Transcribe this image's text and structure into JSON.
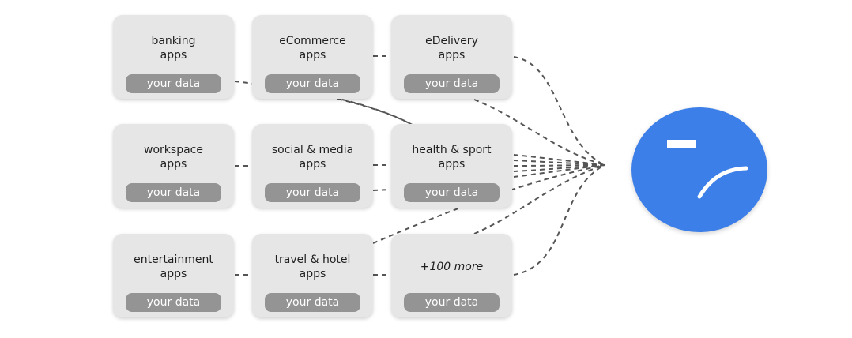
{
  "cards": [
    {
      "title_lines": [
        "banking",
        "apps"
      ],
      "pill": "your data",
      "italic": false
    },
    {
      "title_lines": [
        "eCommerce",
        "apps"
      ],
      "pill": "your data",
      "italic": false
    },
    {
      "title_lines": [
        "eDelivery",
        "apps"
      ],
      "pill": "your data",
      "italic": false
    },
    {
      "title_lines": [
        "workspace",
        "apps"
      ],
      "pill": "your data",
      "italic": false
    },
    {
      "title_lines": [
        "social & media",
        "apps"
      ],
      "pill": "your data",
      "italic": false
    },
    {
      "title_lines": [
        "health & sport",
        "apps"
      ],
      "pill": "your data",
      "italic": false
    },
    {
      "title_lines": [
        "entertainment",
        "apps"
      ],
      "pill": "your data",
      "italic": false
    },
    {
      "title_lines": [
        "travel & hotel",
        "apps"
      ],
      "pill": "your data",
      "italic": false
    },
    {
      "title_lines": [
        "+100 more"
      ],
      "pill": "your data",
      "italic": true
    }
  ],
  "colors": {
    "card_bg": "#e6e6e6",
    "pill_bg": "#949494",
    "hub_bg": "#3d7fe8",
    "connector": "#555555"
  },
  "icons": {
    "hub_logo": "blue-circle-logo-icon"
  }
}
